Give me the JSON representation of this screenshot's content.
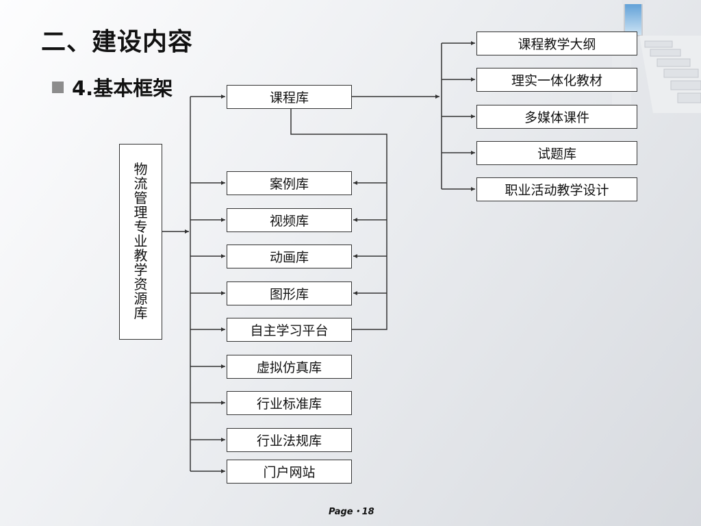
{
  "slide": {
    "title": "二、建设内容",
    "subtitle": "4.基本框架",
    "footer": "Page・18"
  },
  "diagram": {
    "root": "物流管理专业教学资源库",
    "libraries": [
      "课程库",
      "案例库",
      "视频库",
      "动画库",
      "图形库",
      "自主学习平台",
      "虚拟仿真库",
      "行业标准库",
      "行业法规库",
      "门户网站"
    ],
    "course_items": [
      "课程教学大纲",
      "理实一体化教材",
      "多媒体课件",
      "试题库",
      "职业活动教学设计"
    ]
  },
  "colors": {
    "line": "#333333",
    "box_fill": "#ffffff",
    "bullet": "#8c8c8c"
  }
}
